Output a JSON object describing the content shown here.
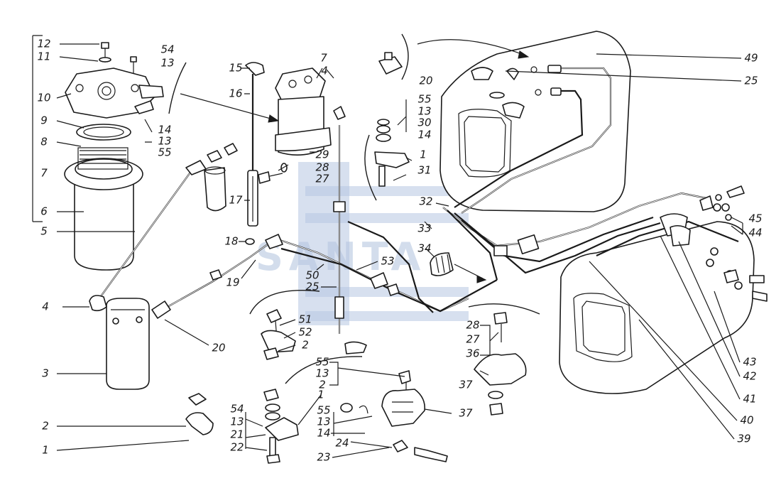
{
  "watermark": {
    "text": "SANTA",
    "color": "#b7c7e1"
  },
  "callouts": [
    {
      "id": "c-left-12",
      "text": "12"
    },
    {
      "id": "c-left-11",
      "text": "11"
    },
    {
      "id": "c-left-10",
      "text": "10"
    },
    {
      "id": "c-left-9",
      "text": "9"
    },
    {
      "id": "c-left-8",
      "text": "8"
    },
    {
      "id": "c-left-7",
      "text": "7"
    },
    {
      "id": "c-left-6",
      "text": "6"
    },
    {
      "id": "c-left-5",
      "text": "5"
    },
    {
      "id": "c-left-4",
      "text": "4"
    },
    {
      "id": "c-left-3",
      "text": "3"
    },
    {
      "id": "c-left-2",
      "text": "2"
    },
    {
      "id": "c-left-1",
      "text": "1"
    },
    {
      "id": "c-54a",
      "text": "54"
    },
    {
      "id": "c-13a",
      "text": "13"
    },
    {
      "id": "c-14a",
      "text": "14"
    },
    {
      "id": "c-13b",
      "text": "13"
    },
    {
      "id": "c-55a",
      "text": "55"
    },
    {
      "id": "c-15",
      "text": "15"
    },
    {
      "id": "c-16",
      "text": "16"
    },
    {
      "id": "c-17",
      "text": "17"
    },
    {
      "id": "c-18",
      "text": "18"
    },
    {
      "id": "c-7b",
      "text": "7"
    },
    {
      "id": "c-29",
      "text": "29"
    },
    {
      "id": "c-28a",
      "text": "28"
    },
    {
      "id": "c-27a",
      "text": "27"
    },
    {
      "id": "c-4b",
      "text": "4"
    },
    {
      "id": "c-20a",
      "text": "20"
    },
    {
      "id": "c-55b",
      "text": "55"
    },
    {
      "id": "c-13c",
      "text": "13"
    },
    {
      "id": "c-30",
      "text": "30"
    },
    {
      "id": "c-14b",
      "text": "14"
    },
    {
      "id": "c-1b",
      "text": "1"
    },
    {
      "id": "c-31",
      "text": "31"
    },
    {
      "id": "c-32",
      "text": "32"
    },
    {
      "id": "c-33",
      "text": "33"
    },
    {
      "id": "c-34",
      "text": "34"
    },
    {
      "id": "c-19",
      "text": "19"
    },
    {
      "id": "c-53",
      "text": "53"
    },
    {
      "id": "c-50",
      "text": "50"
    },
    {
      "id": "c-25a",
      "text": "25"
    },
    {
      "id": "c-20b",
      "text": "20"
    },
    {
      "id": "c-51",
      "text": "51"
    },
    {
      "id": "c-52",
      "text": "52"
    },
    {
      "id": "c-2b",
      "text": "2"
    },
    {
      "id": "c-55c",
      "text": "55"
    },
    {
      "id": "c-13d",
      "text": "13"
    },
    {
      "id": "c-2c",
      "text": "2"
    },
    {
      "id": "c-1c",
      "text": "1"
    },
    {
      "id": "c-54b",
      "text": "54"
    },
    {
      "id": "c-13e",
      "text": "13"
    },
    {
      "id": "c-21",
      "text": "21"
    },
    {
      "id": "c-22",
      "text": "22"
    },
    {
      "id": "c-55d",
      "text": "55"
    },
    {
      "id": "c-13f",
      "text": "13"
    },
    {
      "id": "c-14c",
      "text": "14"
    },
    {
      "id": "c-24",
      "text": "24"
    },
    {
      "id": "c-23",
      "text": "23"
    },
    {
      "id": "c-37a",
      "text": "37"
    },
    {
      "id": "c-28b",
      "text": "28"
    },
    {
      "id": "c-27b",
      "text": "27"
    },
    {
      "id": "c-36",
      "text": "36"
    },
    {
      "id": "c-37b",
      "text": "37"
    },
    {
      "id": "c-49",
      "text": "49"
    },
    {
      "id": "c-25b",
      "text": "25"
    },
    {
      "id": "c-45",
      "text": "45"
    },
    {
      "id": "c-44",
      "text": "44"
    },
    {
      "id": "c-43",
      "text": "43"
    },
    {
      "id": "c-42",
      "text": "42"
    },
    {
      "id": "c-41",
      "text": "41"
    },
    {
      "id": "c-40",
      "text": "40"
    },
    {
      "id": "c-39",
      "text": "39"
    }
  ]
}
